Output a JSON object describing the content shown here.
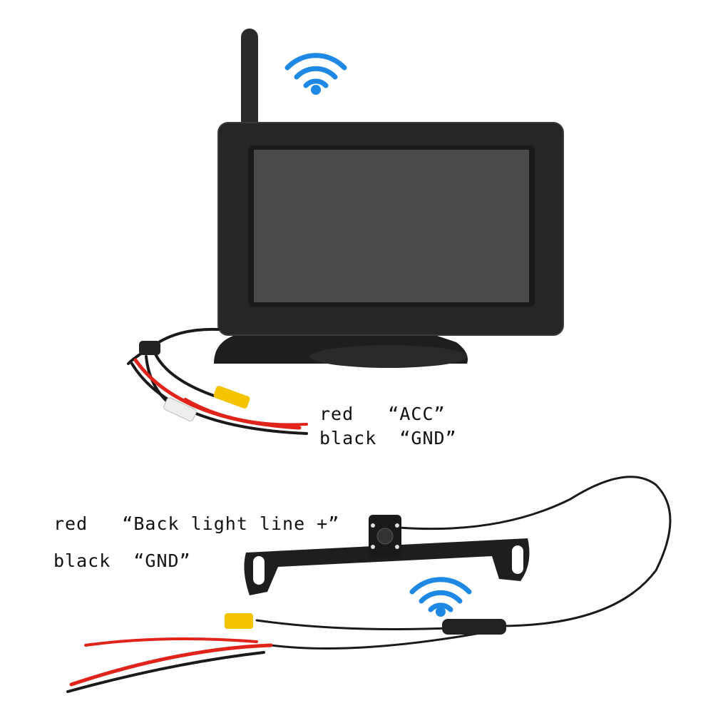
{
  "monitor_wiring": {
    "red_label": "red   “ACC”",
    "black_label": "black  “GND”"
  },
  "camera_wiring": {
    "red_label": "red   “Back light line +”",
    "black_label": "black  “GND”"
  },
  "icons": [
    "wifi-icon",
    "wifi-icon"
  ],
  "colors": {
    "wifi": "#1e88e5",
    "wire_red": "#e0231b",
    "rca_yellow": "#f5c400",
    "body": "#2a2a2a"
  }
}
